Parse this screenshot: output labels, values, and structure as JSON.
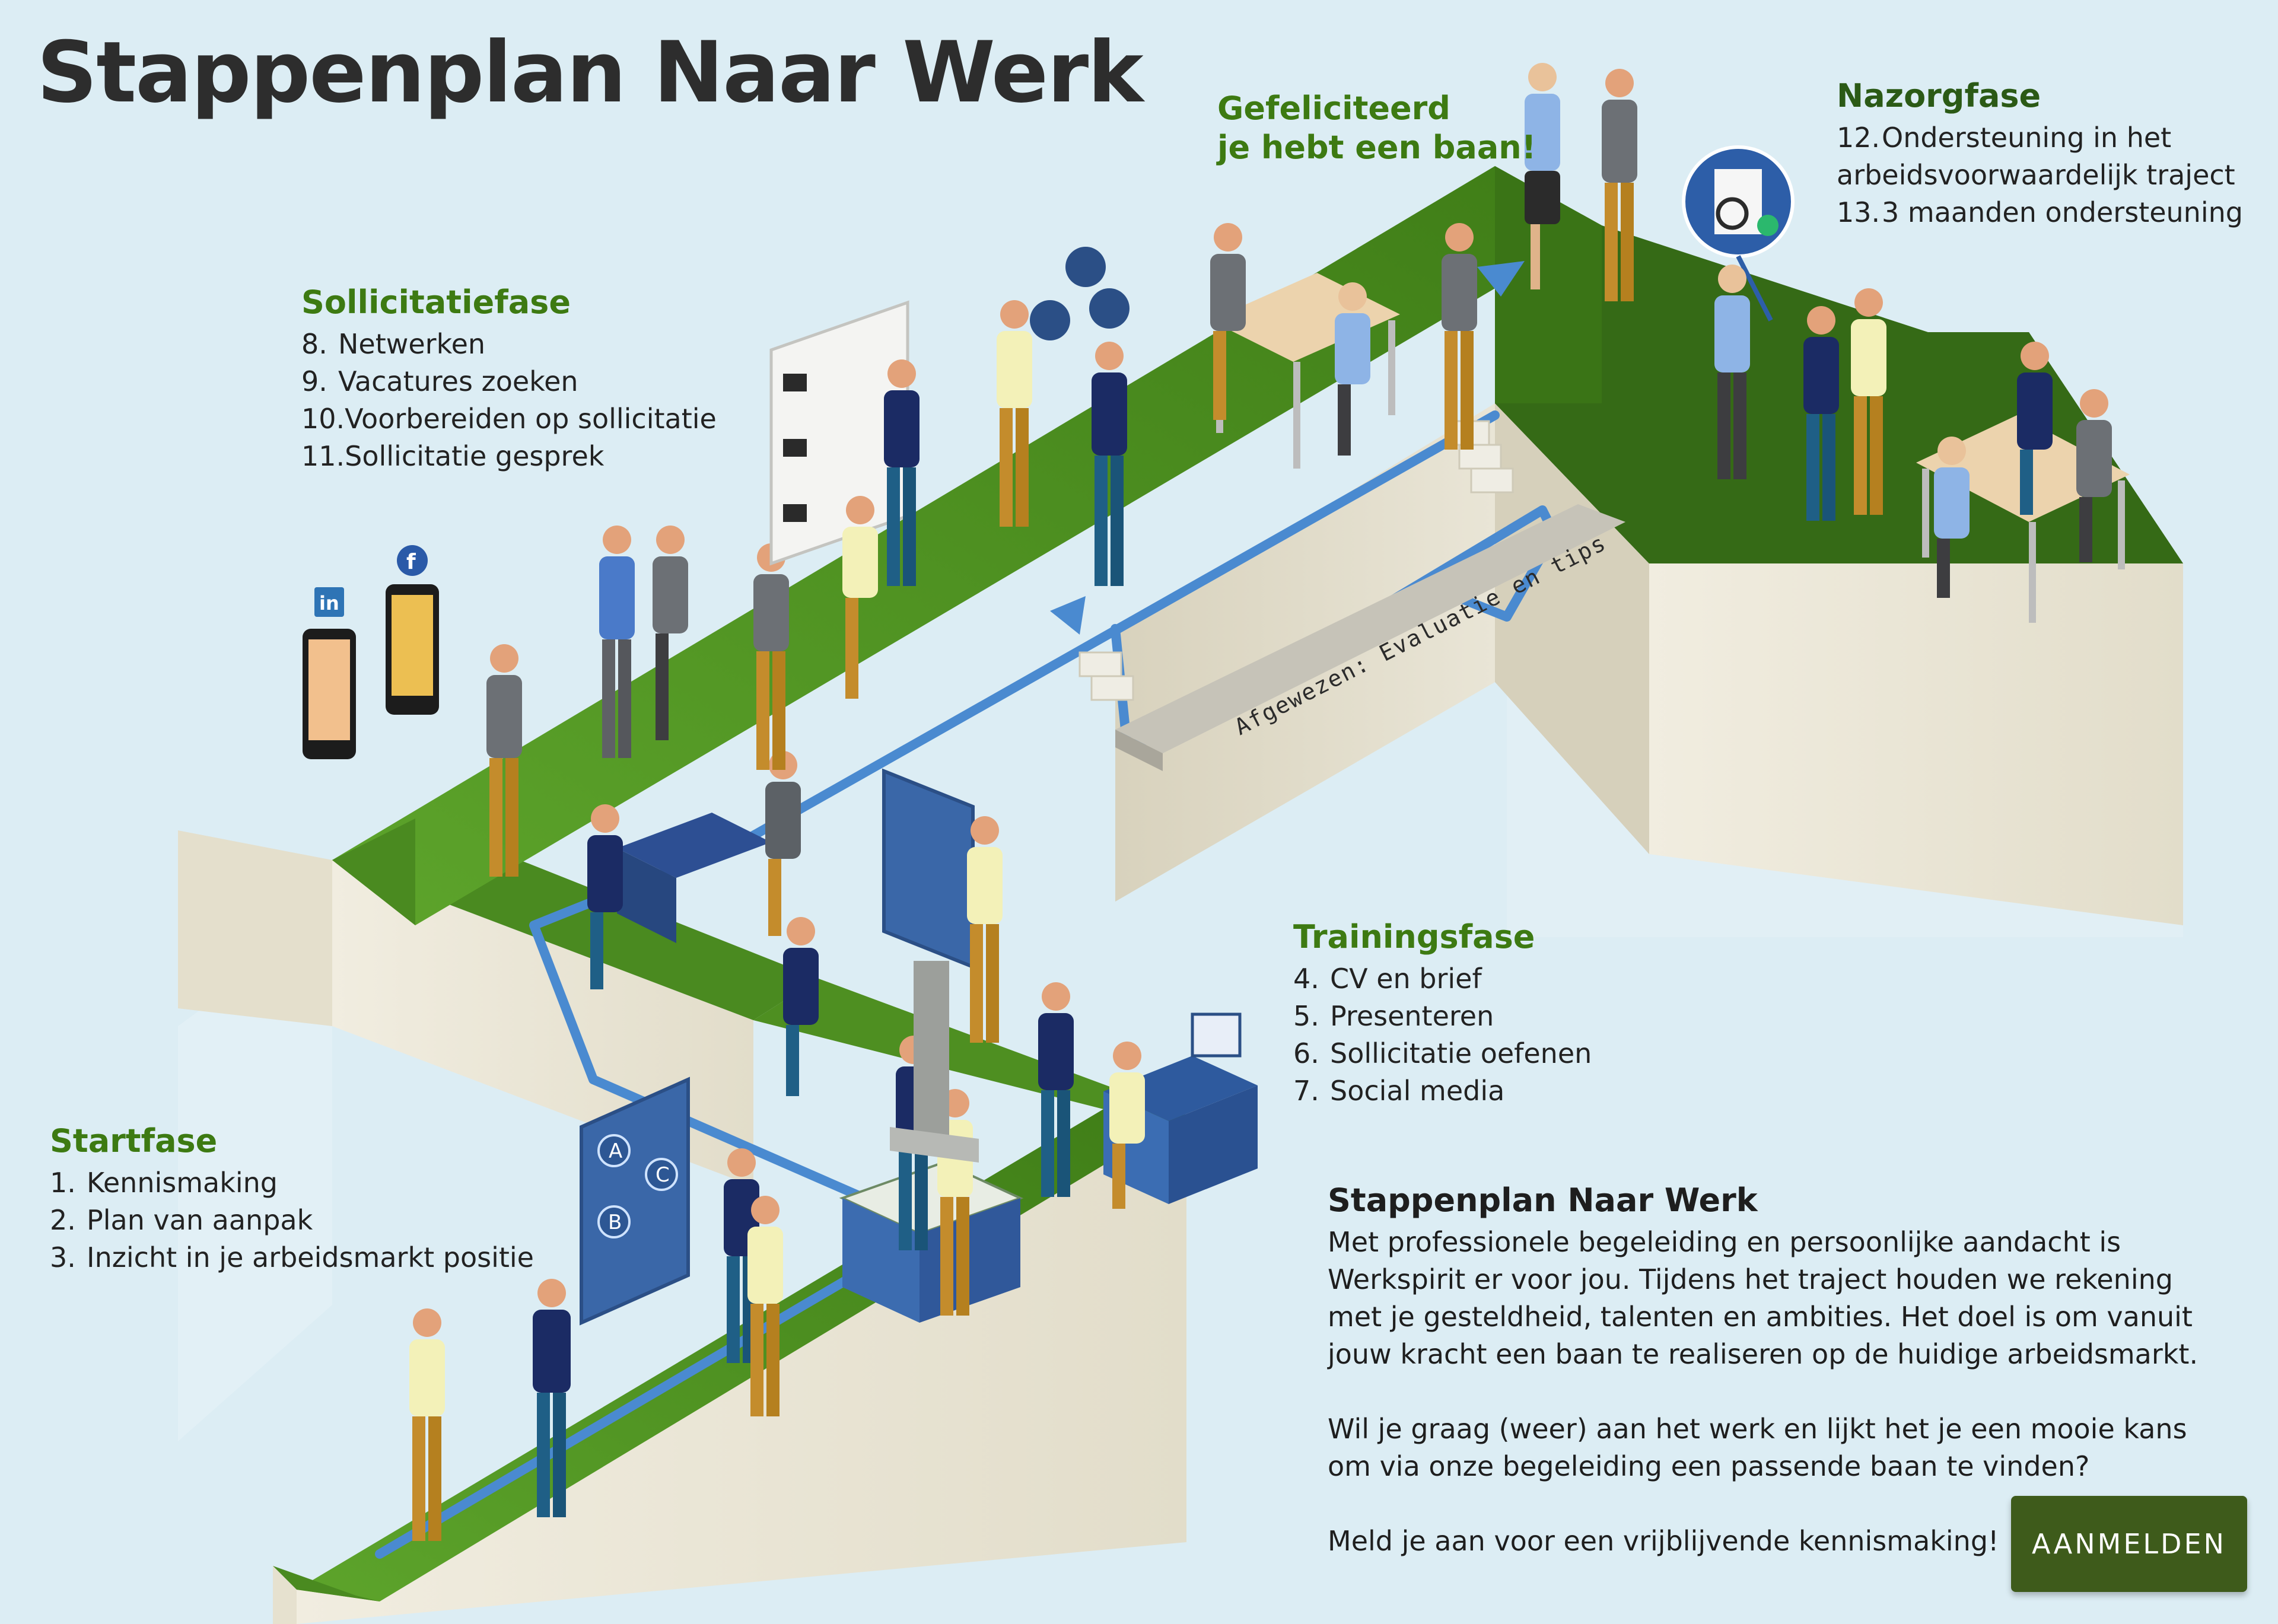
{
  "title": "Stappenplan Naar Werk",
  "congrats": {
    "line1": "Gefeliciteerd",
    "line2": "je hebt een baan!"
  },
  "phases": {
    "start": {
      "title": "Startfase",
      "items": [
        {
          "num": "1.",
          "label": "Kennismaking"
        },
        {
          "num": "2.",
          "label": "Plan van aanpak"
        },
        {
          "num": "3.",
          "label": "Inzicht in je arbeidsmarkt positie"
        }
      ]
    },
    "training": {
      "title": "Trainingsfase",
      "items": [
        {
          "num": "4.",
          "label": "CV en brief"
        },
        {
          "num": "5.",
          "label": "Presenteren"
        },
        {
          "num": "6.",
          "label": "Sollicitatie oefenen"
        },
        {
          "num": "7.",
          "label": "Social media"
        }
      ]
    },
    "sollicitatie": {
      "title": "Sollicitatiefase",
      "items": [
        {
          "num": "8.",
          "label": "Netwerken"
        },
        {
          "num": "9.",
          "label": "Vacatures zoeken"
        },
        {
          "num": "10.",
          "label": "Voorbereiden op sollicitatie"
        },
        {
          "num": "11.",
          "label": "Sollicitatie gesprek"
        }
      ]
    },
    "nazorg": {
      "title": "Nazorgfase",
      "items": [
        {
          "num": "12.",
          "label": "Ondersteuning in het"
        },
        {
          "num": "",
          "label": "arbeidsvoorwaardelijk traject"
        },
        {
          "num": "13.",
          "label": "3 maanden ondersteuning"
        }
      ]
    }
  },
  "rejected_label": "Afgewezen: Evaluatie en tips",
  "icons": {
    "linkedin": "linkedin-icon",
    "facebook": "facebook-icon",
    "choice": [
      "A",
      "B",
      "C"
    ]
  },
  "info": {
    "heading": "Stappenplan Naar Werk",
    "paragraph1": "Met professionele begeleiding en persoonlijke aandacht is Werkspirit er voor jou. Tijdens het traject houden we rekening met je gesteldheid, talenten en ambities. Het doel is om vanuit jouw kracht een baan te realiseren op de huidige arbeidsmarkt.",
    "paragraph2": "Wil je graag (weer) aan het werk en lijkt het je een mooie kans om via onze begeleiding een passende baan te vinden?",
    "cta": "Meld je aan voor een vrijblijvende kennismaking!"
  },
  "button": {
    "label": "AANMELDEN"
  },
  "colors": {
    "background": "#dcedf4",
    "grass": "#4f8f24",
    "grass_dark": "#3a7416",
    "wall": "#ece8d8",
    "path": "#4a8ad0",
    "heading_green": "#3d7a12",
    "button": "#3e5b1b"
  }
}
